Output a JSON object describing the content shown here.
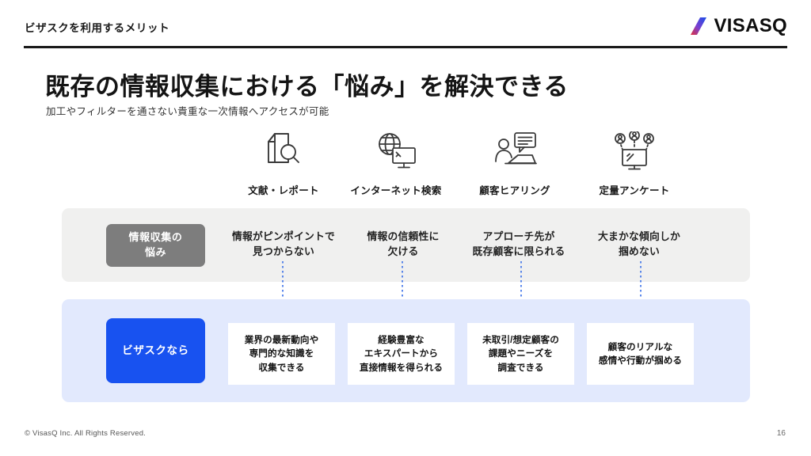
{
  "header": {
    "title": "ビザスクを利用するメリット",
    "logo_text": "VISASQ",
    "logo_mark": "slash-gradient-icon",
    "logo_color_start": "#2b4de0",
    "logo_color_end": "#e0303a"
  },
  "title": {
    "main": "既存の情報収集における「悩み」を解決できる",
    "sub": "加工やフィルターを通さない貴重な一次情報へアクセスが可能"
  },
  "sources": [
    {
      "label": "文献・レポート",
      "icon": "document-search-icon"
    },
    {
      "label": "インターネット検索",
      "icon": "globe-monitor-icon"
    },
    {
      "label": "顧客ヒアリング",
      "icon": "person-laptop-chat-icon"
    },
    {
      "label": "定量アンケート",
      "icon": "monitor-survey-users-icon"
    }
  ],
  "pain_band": {
    "badge": "情報収集の\n悩み",
    "badge_color": "#7d7d7d",
    "background": "#f0f0ef",
    "items": [
      "情報がピンポイントで\n見つからない",
      "情報の信頼性に\n欠ける",
      "アプローチ先が\n既存顧客に限られる",
      "大まかな傾向しか\n掴めない"
    ]
  },
  "solution_band": {
    "badge": "ビザスクなら",
    "badge_color": "#1852f0",
    "background": "#e2e9fd",
    "items": [
      "業界の最新動向や\n専門的な知識を\n収集できる",
      "経験豊富な\nエキスパートから\n直接情報を得られる",
      "未取引/想定顧客の\n課題やニーズを\n調査できる",
      "顧客のリアルな\n感情や行動が掴める"
    ]
  },
  "connectors": {
    "color": "#3f74e8",
    "count": 4,
    "style": "dotted-down-arrow"
  },
  "footer": {
    "copyright": "© VisasQ Inc. All Rights Reserved.",
    "page_number": "16"
  }
}
